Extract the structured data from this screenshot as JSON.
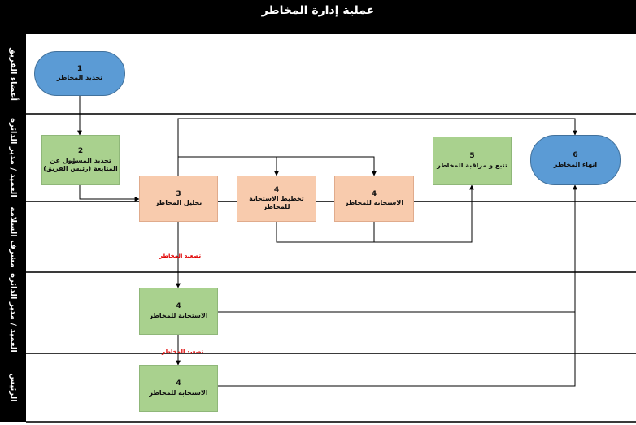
{
  "title": "عملية إدارة المخاطر",
  "lanes": [
    {
      "label": "أعضاء الفريق"
    },
    {
      "label": "العميد / مدير الدائرة"
    },
    {
      "label": "مشرف السلامة"
    },
    {
      "label": "العميد / مدير الدائرة"
    },
    {
      "label": "الرئيس"
    }
  ],
  "nodes": [
    {
      "num": "1",
      "text": "تحديد المخاطر"
    },
    {
      "num": "2",
      "text": "تحديد المسؤول عن المتابعة (رئيس الفريق)"
    },
    {
      "num": "3",
      "text": "تحليل المخاطر"
    },
    {
      "num": "4",
      "text": "تخطيط الاستجابة للمخاطر"
    },
    {
      "num": "4",
      "text": "الاستجابة للمخاطر"
    },
    {
      "num": "5",
      "text": "تتبع و مراقبة المخاطر"
    },
    {
      "num": "6",
      "text": "انهاء المخاطر"
    },
    {
      "num": "4",
      "text": "الاستجابة للمخاطر"
    },
    {
      "num": "4",
      "text": "الاستجابة للمخاطر"
    }
  ],
  "edge_labels": [
    "تصعيد المخاطر",
    "تصعيد المخاطر"
  ],
  "colors": {
    "process": "#a9d18e",
    "analysis": "#f8cbad",
    "terminal": "#5b9bd5",
    "line": "#000000",
    "escalation": "#e00000"
  }
}
